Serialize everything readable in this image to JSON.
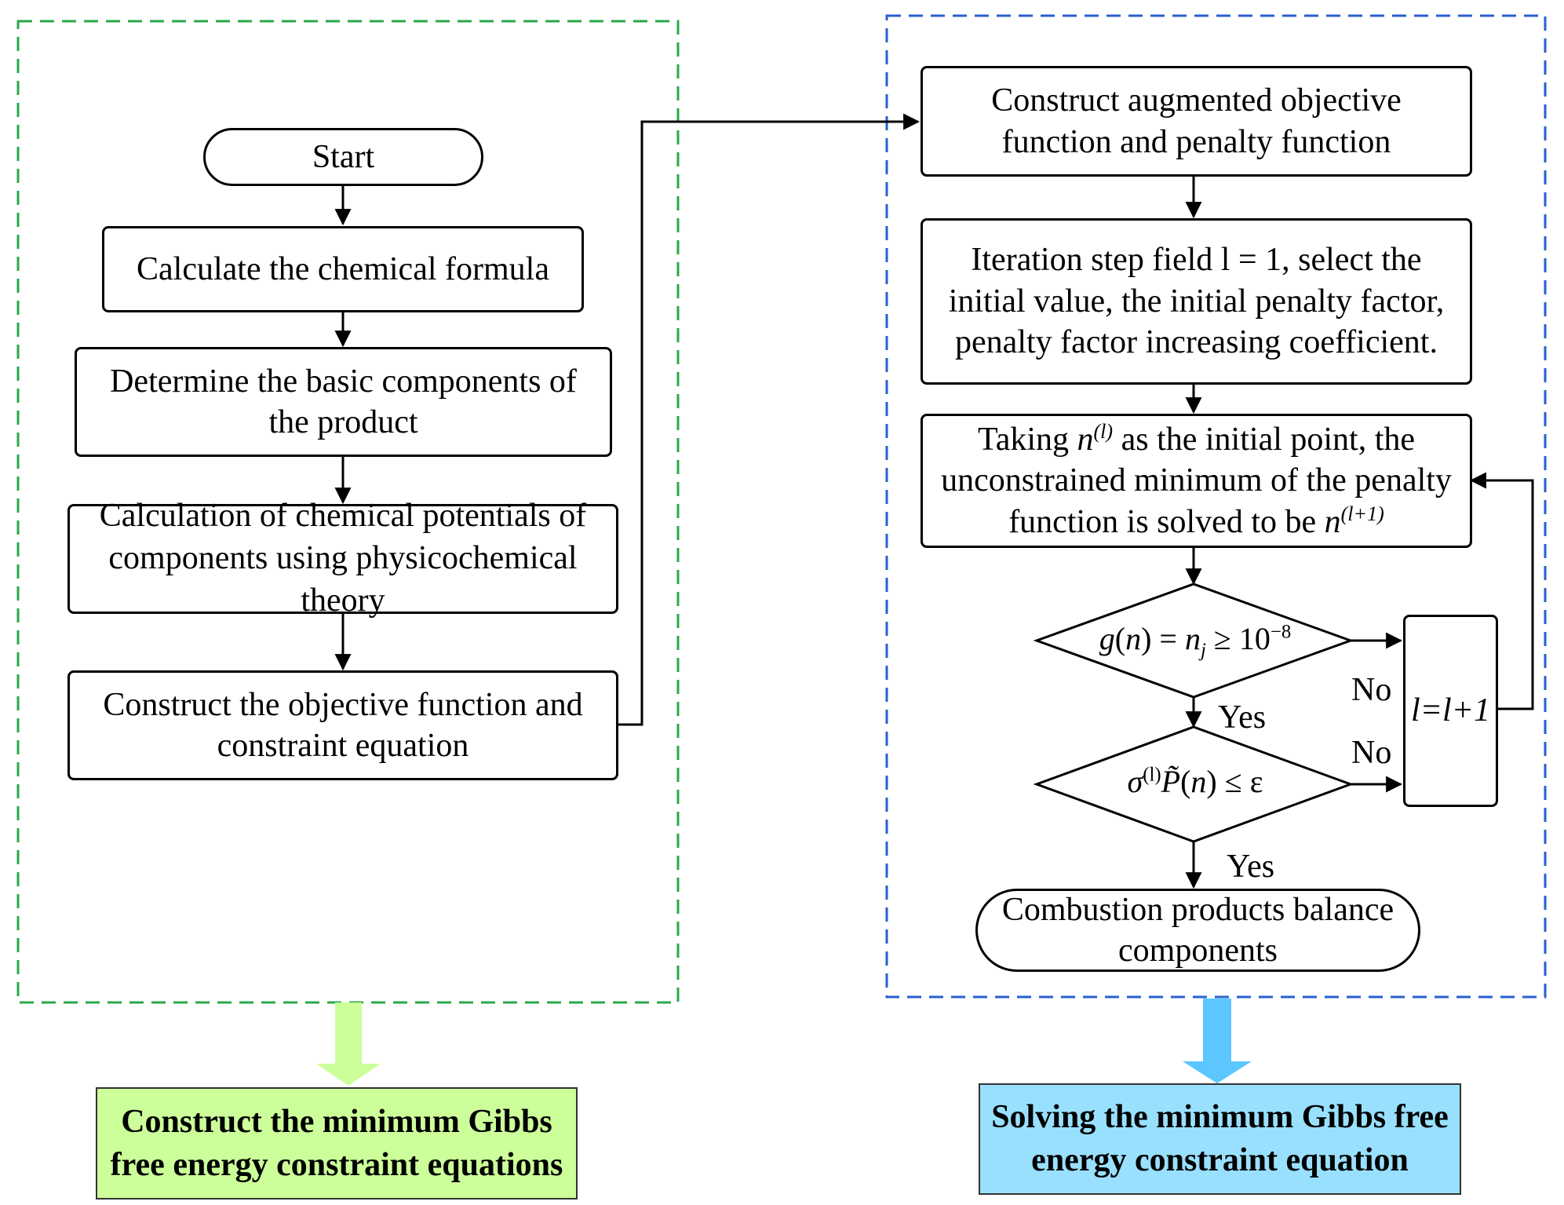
{
  "left_panel": {
    "start": "Start",
    "step1": "Calculate the chemical formula",
    "step2": "Determine the basic components of the product",
    "step3": "Calculation of chemical potentials of components using physicochemical theory",
    "step4": "Construct the objective function and constraint equation",
    "caption": "Construct the minimum Gibbs free energy constraint equations"
  },
  "right_panel": {
    "step1": "Construct augmented objective function and penalty function",
    "step2": "Iteration step field l = 1, select the initial value, the initial penalty factor, penalty factor increasing coefficient.",
    "step3_a": "Taking",
    "step3_var1": "n",
    "step3_sup1": "(l)",
    "step3_b": "as the initial point, the unconstrained minimum of the penalty function is solved to be",
    "step3_var2": "n",
    "step3_sup2": "(l+1)",
    "decision1": {
      "g": "g",
      "n": "n",
      "nj": "n",
      "j": "j",
      "rel": "≥ 10",
      "exp": "−8"
    },
    "decision2": {
      "sigma": "σ",
      "sup": "(l)",
      "p": "P̃",
      "n": "n",
      "rel": "≤ ε"
    },
    "update": "l=l+1",
    "end": "Combustion products balance components",
    "caption": "Solving the minimum Gibbs free energy constraint equation"
  },
  "labels": {
    "yes1": "Yes",
    "yes2": "Yes",
    "no1": "No",
    "no2": "No"
  },
  "colors": {
    "left_border": "#2aa84a",
    "right_border": "#2a5fd0",
    "left_arrow": "#ccff99",
    "right_arrow": "#5bc6ff",
    "left_caption_bg": "#ccff99",
    "right_caption_bg": "#99e0ff"
  }
}
